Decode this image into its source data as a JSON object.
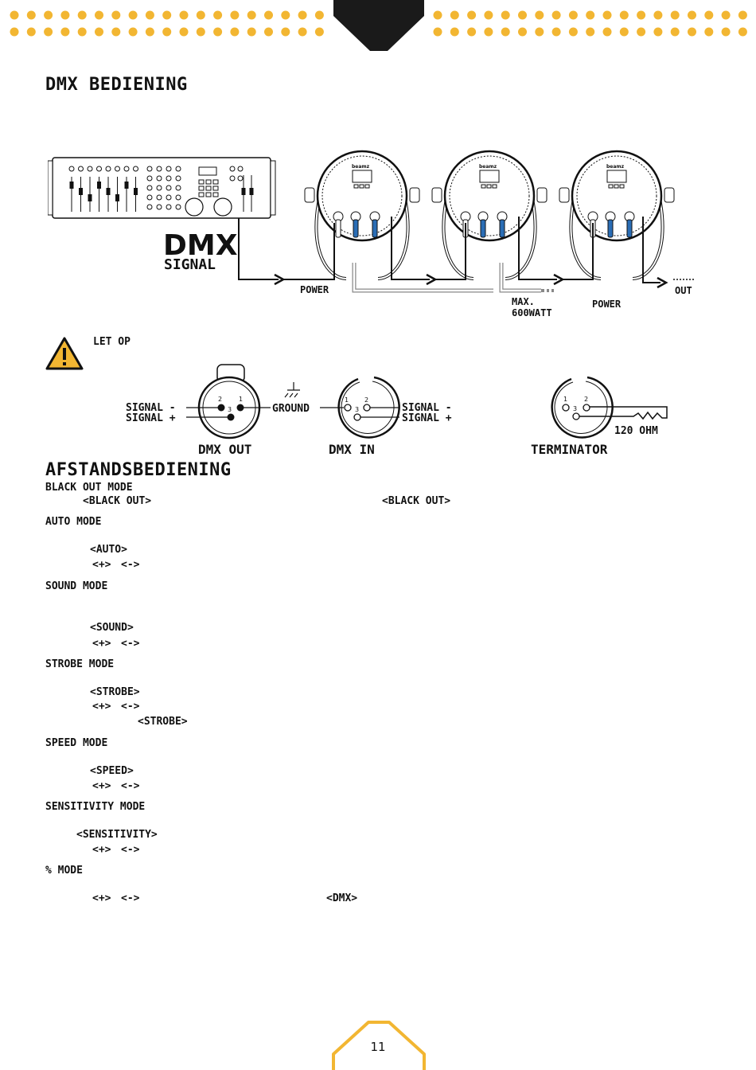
{
  "colors": {
    "accent": "#f2b632",
    "cable_blue": "#2a6db5",
    "ink": "#111111",
    "tab": "#1a1a1a"
  },
  "headings": {
    "dmx_control": "DMX BEDIENING",
    "remote_control": "AFSTANDSBEDIENING"
  },
  "diagram": {
    "dmx_big": "DMX",
    "signal": "SIGNAL",
    "power_left": "POWER",
    "max": "MAX.",
    "watt": "600WATT",
    "power_right": "POWER",
    "out": "OUT",
    "brand": "beamz"
  },
  "warning": {
    "icon": "warning-triangle-icon",
    "label": "LET OP"
  },
  "connectors": {
    "dmx_out": {
      "title": "DMX OUT",
      "signal_minus": "SIGNAL -",
      "signal_plus": "SIGNAL +",
      "pins": [
        "2",
        "1",
        "3"
      ]
    },
    "ground": "GROUND",
    "dmx_in": {
      "title": "DMX IN",
      "signal_minus": "SIGNAL -",
      "signal_plus": "SIGNAL +",
      "pins": [
        "1",
        "2",
        "3"
      ]
    },
    "terminator": {
      "title": "TERMINATOR",
      "ohm": "120 OHM",
      "pins": [
        "1",
        "2",
        "3"
      ]
    }
  },
  "remote": {
    "black_out_mode": "BLACK OUT MODE",
    "black_out_1": "<BLACK OUT>",
    "black_out_2": "<BLACK OUT>",
    "auto_mode": "AUTO MODE",
    "auto_key": "<AUTO>",
    "auto_plus": "<+>",
    "auto_minus": "<->",
    "sound_mode": "SOUND MODE",
    "sound_key": "<SOUND>",
    "sound_plus": "<+>",
    "sound_minus": "<->",
    "strobe_mode": "STROBE MODE",
    "strobe_key": "<STROBE>",
    "strobe_plus": "<+>",
    "strobe_minus": "<->",
    "strobe_key_2": "<STROBE>",
    "speed_mode": "SPEED MODE",
    "speed_key": "<SPEED>",
    "speed_plus": "<+>",
    "speed_minus": "<->",
    "sensitivity_mode": "SENSITIVITY MODE",
    "sensitivity_key": "<SENSITIVITY>",
    "sensitivity_plus": "<+>",
    "sensitivity_minus": "<->",
    "percent_mode": "% MODE",
    "percent_plus": "<+>",
    "percent_minus": "<->",
    "percent_dmx": "<DMX>"
  },
  "page": {
    "number": "11"
  }
}
